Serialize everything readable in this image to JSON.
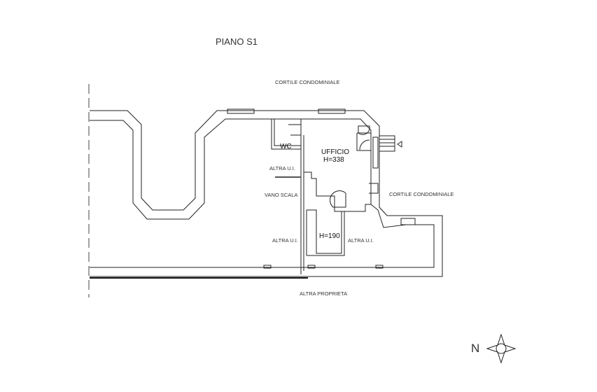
{
  "title": "PIANO S1",
  "labels": {
    "cortile_top": "CORTILE CONDOMINIALE",
    "cortile_right": "CORTILE CONDOMINIALE",
    "wc": "WC",
    "ufficio": "UFFICIO",
    "ufficio_height": "H=338",
    "altra_ui_1": "ALTRA U.I.",
    "vano_scala": "VANO SCALA",
    "altra_ui_2": "ALTRA U.I.",
    "altra_ui_3": "ALTRA U.I.",
    "h190": "H=190",
    "altra_proprieta": "ALTRA PROPRIETA"
  },
  "compass": {
    "north_label": "N"
  }
}
